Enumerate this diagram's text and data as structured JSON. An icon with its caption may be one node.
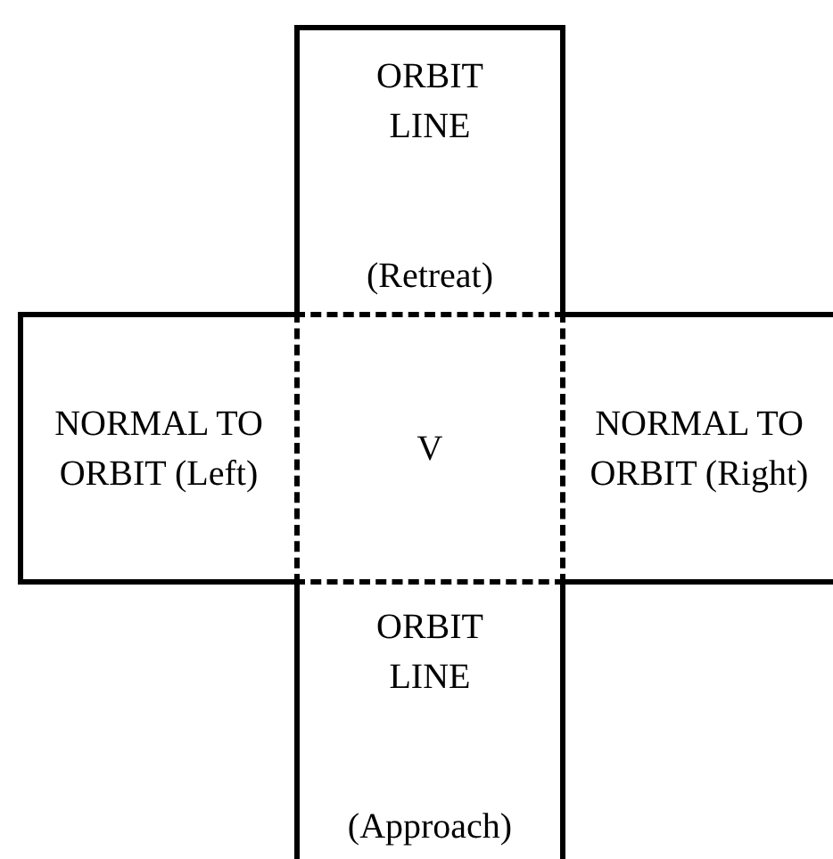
{
  "diagram": {
    "nodes": [
      {
        "text": [
          "ORBIT LINE",
          "(Retreat)"
        ]
      },
      {
        "text": [
          "NORMAL TO ORBIT (Left)"
        ]
      },
      {
        "text": [
          "V"
        ]
      },
      {
        "text": [
          "NORMAL TO ORBIT (Right)"
        ]
      },
      {
        "text": [
          "ORBIT LINE",
          "(Approach)"
        ]
      }
    ]
  }
}
